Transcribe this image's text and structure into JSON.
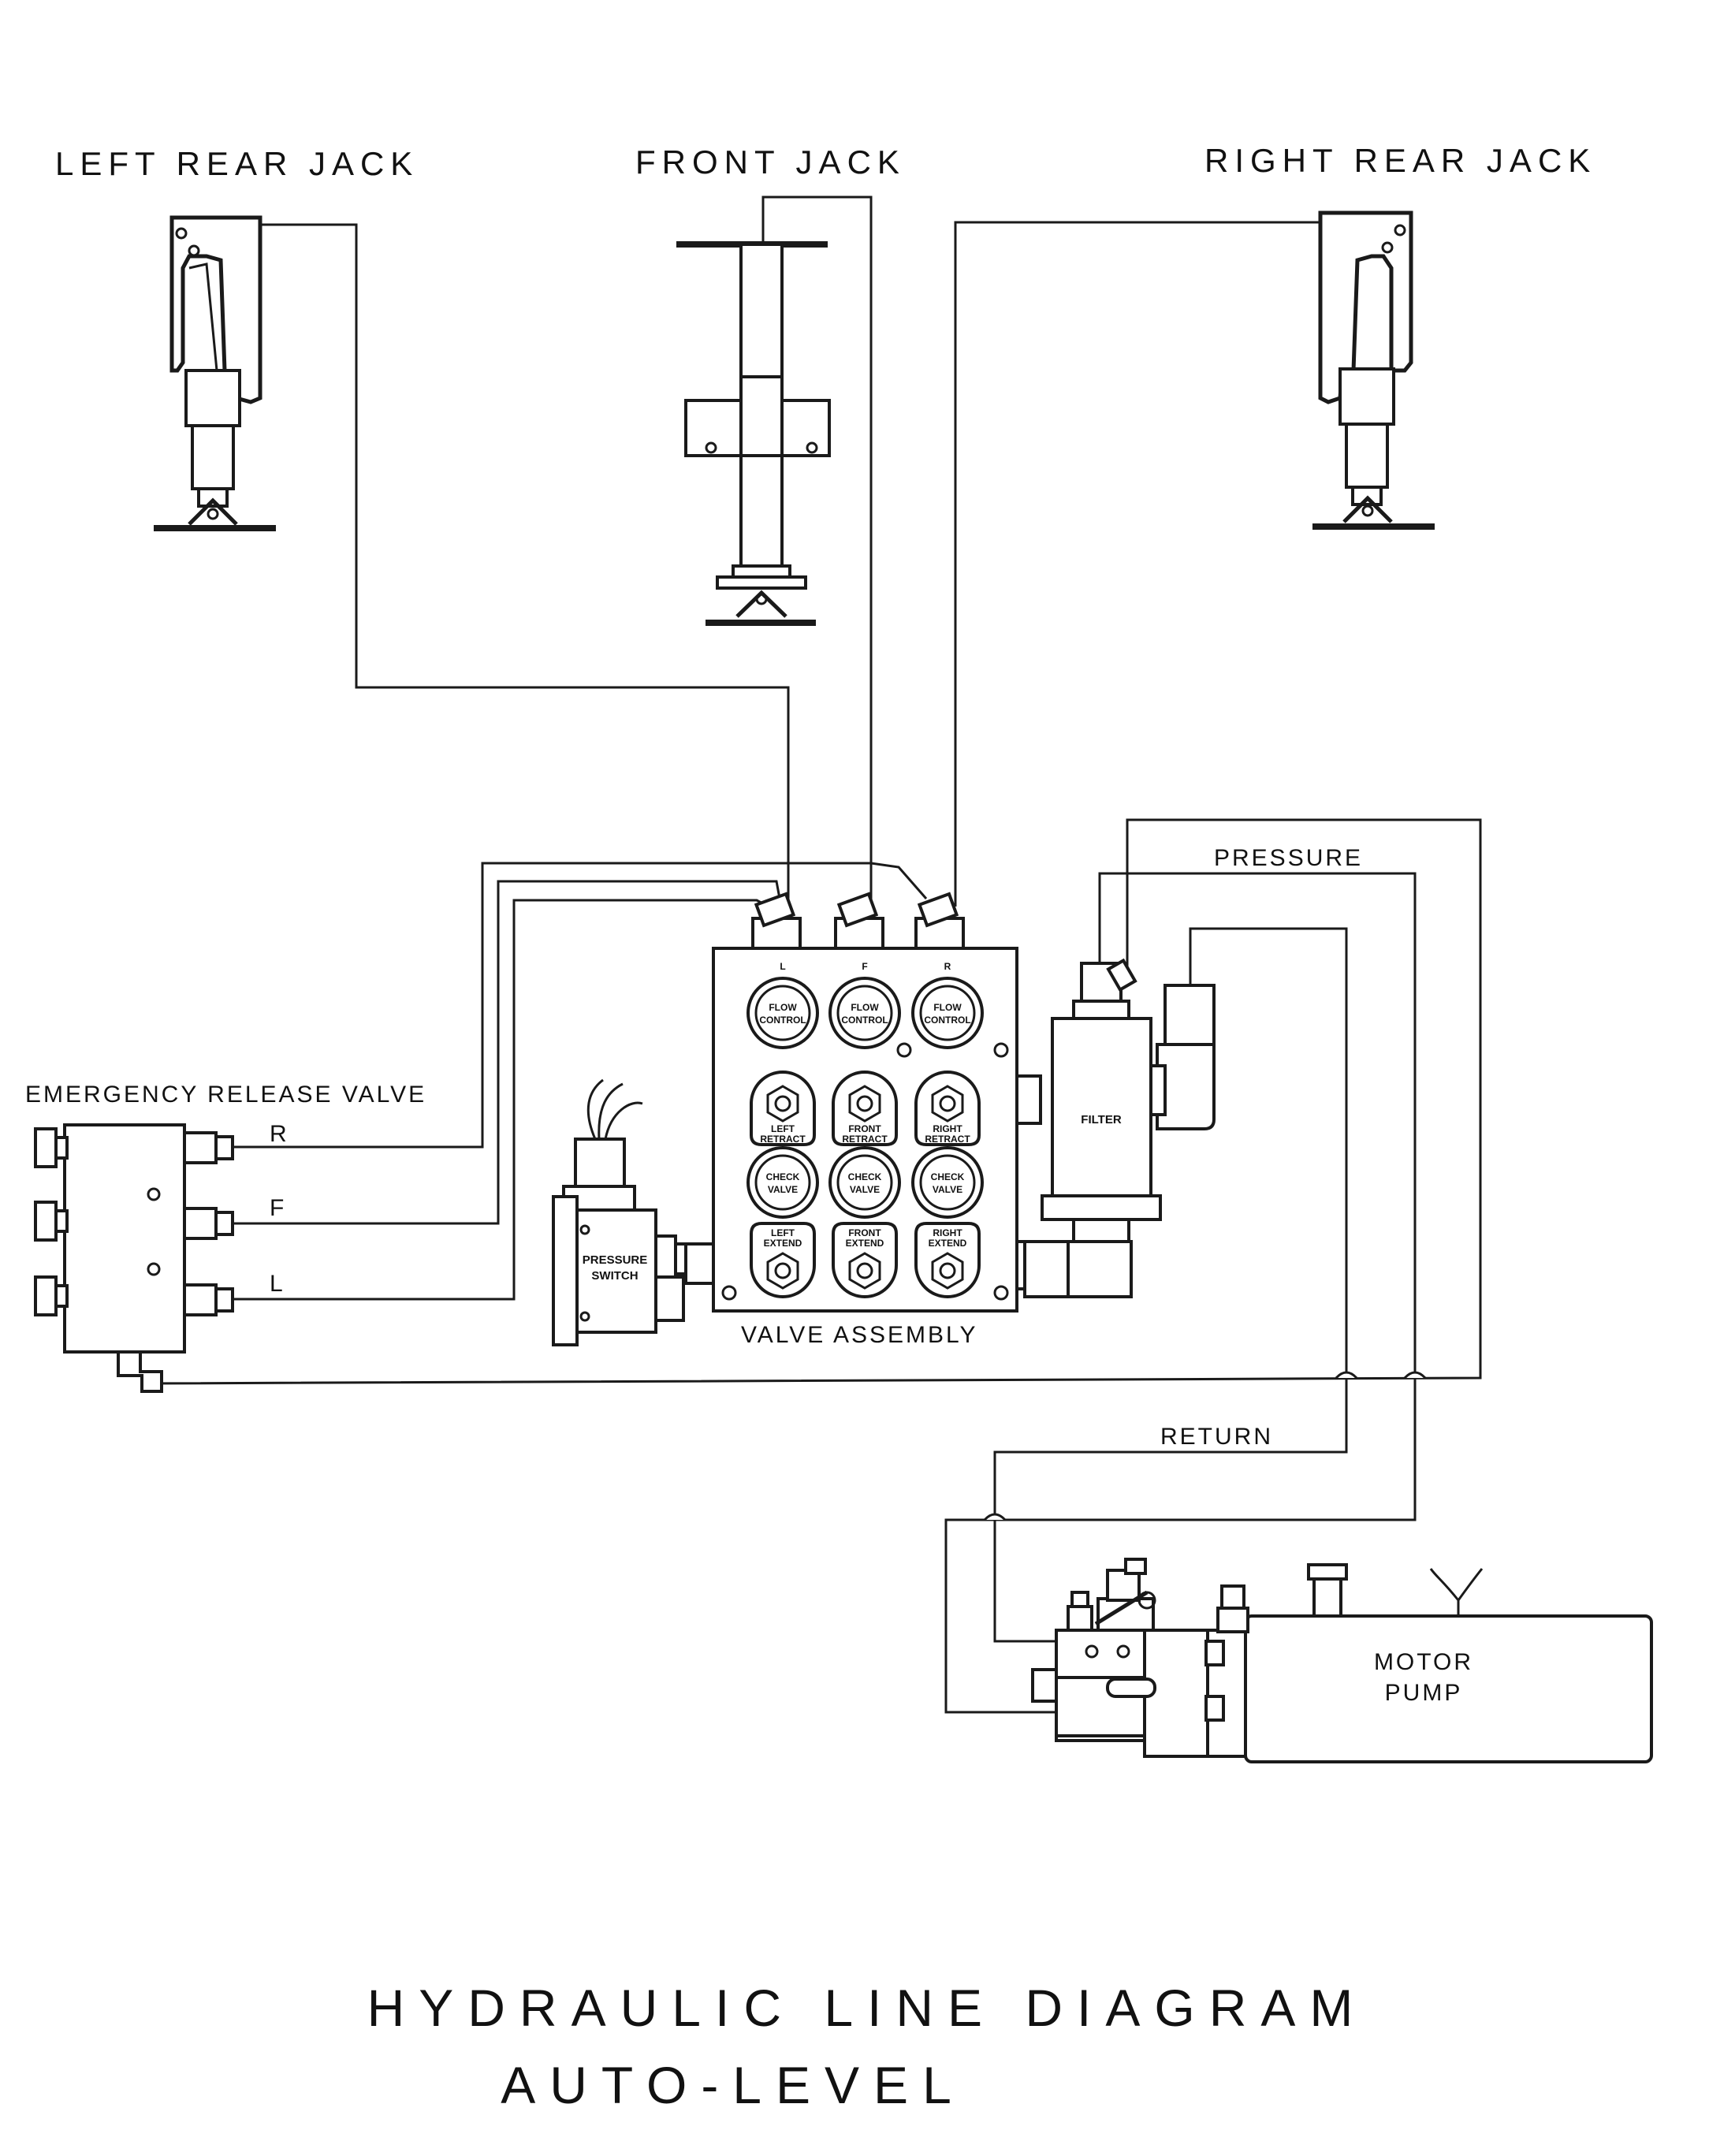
{
  "jacks": {
    "left_rear": "LEFT REAR JACK",
    "front": "FRONT JACK",
    "right_rear": "RIGHT REAR JACK"
  },
  "valve_assembly": {
    "label": "VALVE ASSEMBLY",
    "ports": [
      "L",
      "F",
      "R"
    ],
    "flow_control": [
      "FLOW",
      "CONTROL"
    ],
    "retract": [
      [
        "LEFT",
        "RETRACT"
      ],
      [
        "FRONT",
        "RETRACT"
      ],
      [
        "RIGHT",
        "RETRACT"
      ]
    ],
    "check_valve": [
      "CHECK",
      "VALVE"
    ],
    "extend": [
      [
        "LEFT",
        "EXTEND"
      ],
      [
        "FRONT",
        "EXTEND"
      ],
      [
        "RIGHT",
        "EXTEND"
      ]
    ]
  },
  "emergency_release_valve": {
    "label": "EMERGENCY RELEASE VALVE",
    "ports": [
      "R",
      "F",
      "L"
    ]
  },
  "pressure_switch": [
    "PRESSURE",
    "SWITCH"
  ],
  "filter": "FILTER",
  "lines": {
    "pressure": "PRESSURE",
    "return": "RETURN"
  },
  "motor_pump": [
    "MOTOR",
    "PUMP"
  ],
  "title": [
    "HYDRAULIC LINE DIAGRAM",
    "AUTO-LEVEL"
  ]
}
